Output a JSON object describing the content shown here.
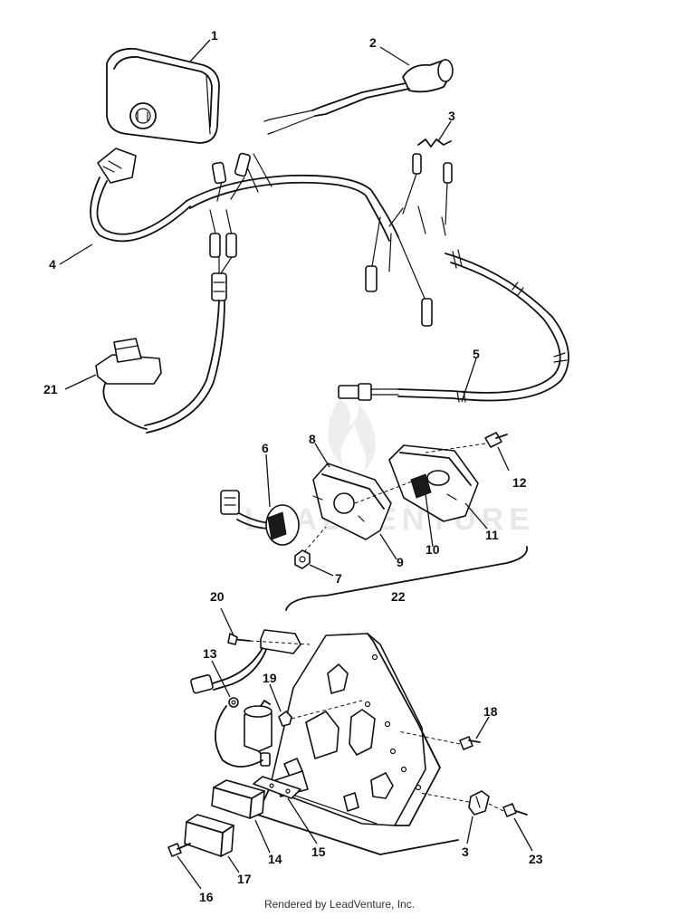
{
  "callouts": {
    "c1": "1",
    "c2": "2",
    "c3": "3",
    "c4": "4",
    "c5": "5",
    "c6": "6",
    "c7": "7",
    "c8": "8",
    "c9": "9",
    "c10": "10",
    "c11": "11",
    "c12": "12",
    "c13": "13",
    "c14": "14",
    "c15": "15",
    "c16": "16",
    "c17": "17",
    "c18": "18",
    "c19": "19",
    "c20": "20",
    "c21": "21",
    "c22": "22",
    "c3b": "3",
    "c23": "23"
  },
  "watermark": {
    "text": "LEADVENTURE"
  },
  "footer": {
    "text": "Rendered by LeadVenture, Inc."
  }
}
